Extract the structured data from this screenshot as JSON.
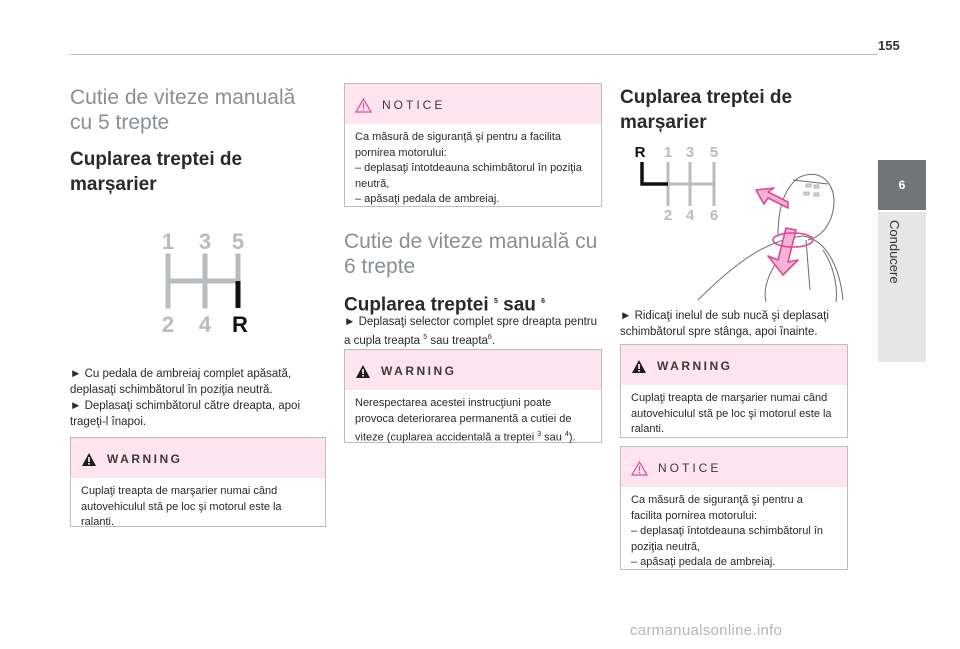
{
  "page": {
    "number": "155",
    "chapter_number": "6",
    "chapter_label": "Conducere"
  },
  "col1": {
    "section_title": "Cutie de viteze manuală cu 5 trepte",
    "subtitle": "Cuplarea treptei de marșarier",
    "diagram": {
      "top_numbers": [
        "1",
        "3",
        "5"
      ],
      "bottom_numbers": [
        "2",
        "4"
      ],
      "reverse_label": "R"
    },
    "steps": [
      "► Cu pedala de ambreiaj complet apăsată, deplasaţi schimbătorul în poziţia neutră.",
      "► Deplasaţi schimbătorul către dreapta, apoi trageţi-l înapoi."
    ],
    "warning": {
      "label": "WARNING",
      "text": "Cuplaţi treapta de marşarier numai când autovehiculul stă pe loc şi motorul este la ralanti."
    }
  },
  "col2": {
    "notice": {
      "label": "NOTICE",
      "text": "Ca măsură de siguranţă şi pentru a facilita pornirea motorului:\n– deplasaţi întotdeauna schimbătorul în poziţia neutră,\n– apăsaţi pedala de ambreiaj."
    },
    "section_title": "Cutie de viteze manuală cu 6 trepte",
    "subtitle_pre": "Cuplarea treptei ",
    "subtitle_sup1": "5",
    "subtitle_mid": " sau ",
    "subtitle_sup2": "6",
    "step_pre": "► Deplasaţi selector complet spre dreapta pentru a cupla treapta ",
    "step_sup1": "5",
    "step_mid": " sau treapta",
    "step_sup2": "6",
    "step_end": ".",
    "warning": {
      "label": "WARNING",
      "text_pre": "Nerespectarea acestei instrucţiuni poate provoca deteriorarea permanentă a cutiei de viteze (cuplarea accidentală a treptei ",
      "sup1": "3",
      "text_mid": " sau ",
      "sup2": "4",
      "text_end": ")."
    }
  },
  "col3": {
    "subtitle": "Cuplarea treptei de marșarier",
    "diagram": {
      "reverse_label": "R",
      "top_numbers": [
        "1",
        "3",
        "5"
      ],
      "bottom_numbers": [
        "2",
        "4",
        "6"
      ]
    },
    "step": "► Ridicaţi inelul de sub nucă şi deplasaţi schimbătorul spre stânga, apoi înainte.",
    "warning": {
      "label": "WARNING",
      "text": "Cuplaţi treapta de marşarier numai când autovehiculul stă pe loc şi motorul este la ralanti."
    },
    "notice": {
      "label": "NOTICE",
      "text": "Ca măsură de siguranţă şi pentru a facilita pornirea motorului:\n– deplasaţi întotdeauna schimbătorul în poziţia neutră,\n– apăsaţi pedala de ambreiaj."
    }
  },
  "footer": {
    "watermark": "carmanualsonline.info"
  },
  "colors": {
    "accent_pink": "#fde4ef",
    "arrow_magenta": "#e0479a",
    "gray_text": "#8a8f94",
    "tab_gray": "#6f7579"
  }
}
